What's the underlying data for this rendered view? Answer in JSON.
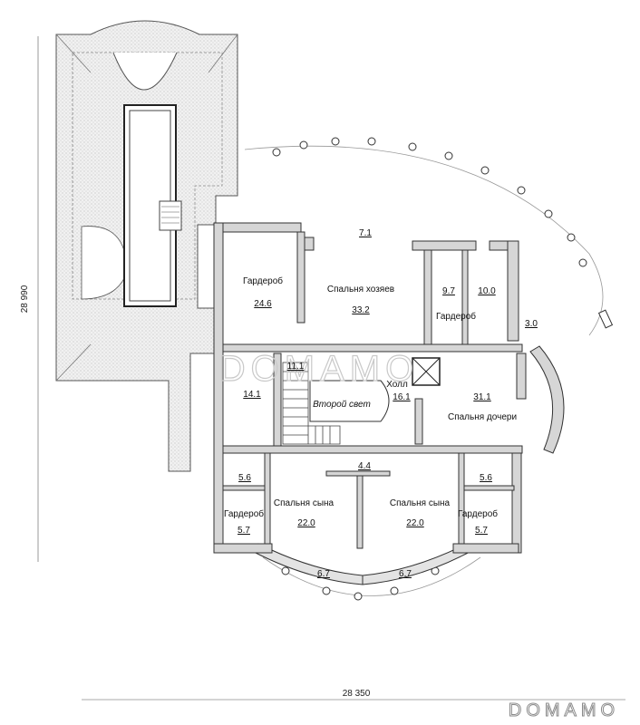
{
  "plan": {
    "dimensions": {
      "height": "28 990",
      "width": "28 350"
    },
    "watermark": "DOMAMO",
    "brand_logo": "DOMAMO",
    "rooms": [
      {
        "id": "wardrobe-big-name",
        "text": "Гардероб"
      },
      {
        "id": "wardrobe-big-area",
        "text": "24.6"
      },
      {
        "id": "master-bedroom-name",
        "text": "Спальня хозяев"
      },
      {
        "id": "master-bedroom-area",
        "text": "33.2"
      },
      {
        "id": "top-room-area",
        "text": "7.1"
      },
      {
        "id": "small-room-a-area",
        "text": "9.7"
      },
      {
        "id": "small-room-b-area",
        "text": "10.0"
      },
      {
        "id": "wardrobe-right-name",
        "text": "Гардероб"
      },
      {
        "id": "bath-right-area",
        "text": "3.0"
      },
      {
        "id": "room-west-area",
        "text": "14.1"
      },
      {
        "id": "stair-area",
        "text": "11.1"
      },
      {
        "id": "void-name",
        "text": "Второй свет"
      },
      {
        "id": "hall-name",
        "text": "Холл"
      },
      {
        "id": "hall-area",
        "text": "16.1"
      },
      {
        "id": "daughter-bedroom-area",
        "text": "31.1"
      },
      {
        "id": "daughter-bedroom-name",
        "text": "Спальня дочери"
      },
      {
        "id": "corridor-area",
        "text": "4.4"
      },
      {
        "id": "bath-left-area",
        "text": "5.6"
      },
      {
        "id": "son-bedroom-left-name",
        "text": "Спальня сына"
      },
      {
        "id": "wardrobe-left-name",
        "text": "Гардероб"
      },
      {
        "id": "wardrobe-left-area",
        "text": "5.7"
      },
      {
        "id": "son-bedroom-left-area",
        "text": "22.0"
      },
      {
        "id": "son-bedroom-right-name",
        "text": "Спальня сына"
      },
      {
        "id": "son-bedroom-right-area",
        "text": "22.0"
      },
      {
        "id": "bath-right2-area",
        "text": "5.6"
      },
      {
        "id": "wardrobe-right2-name",
        "text": "Гардероб"
      },
      {
        "id": "wardrobe-right2-area",
        "text": "5.7"
      },
      {
        "id": "balcony-left-area",
        "text": "6.7"
      },
      {
        "id": "balcony-right-area",
        "text": "6.7"
      }
    ]
  }
}
